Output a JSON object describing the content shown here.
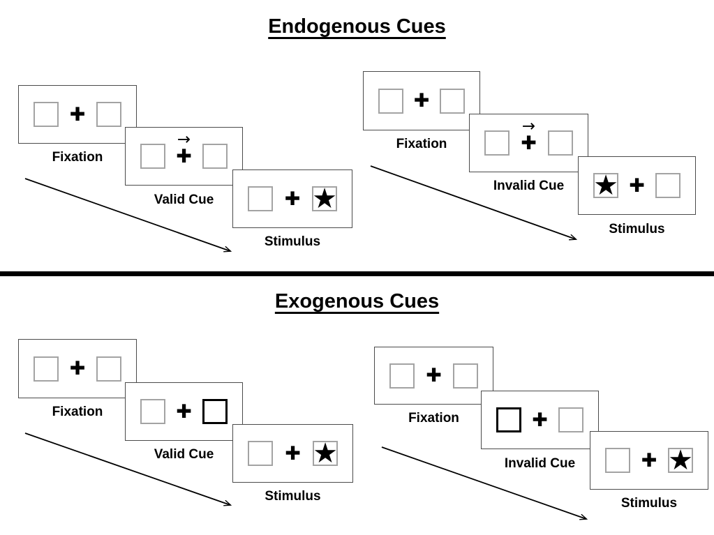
{
  "symbols": {
    "plus": "✚",
    "star": "★",
    "cue_arrow": "→"
  },
  "colors": {
    "background": "#ffffff",
    "ink": "#000000",
    "panel_border": "#4a4a4a",
    "box_border": "#a3a3a3",
    "highlight_border": "#000000"
  },
  "sections": [
    {
      "title": "Endogenous Cues",
      "groups": [
        {
          "name": "valid-trial",
          "panels": [
            {
              "label": "Fixation",
              "left_box": "empty",
              "right_box": "empty",
              "cue": "none"
            },
            {
              "label": "Valid Cue",
              "left_box": "empty",
              "right_box": "empty",
              "cue": "arrow-pointing-right-above-fixation-cross"
            },
            {
              "label": "Stimulus",
              "left_box": "empty",
              "right_box": "star",
              "cue": "none"
            }
          ]
        },
        {
          "name": "invalid-trial",
          "panels": [
            {
              "label": "Fixation",
              "left_box": "empty",
              "right_box": "empty",
              "cue": "none"
            },
            {
              "label": "Invalid Cue",
              "left_box": "empty",
              "right_box": "empty",
              "cue": "arrow-pointing-right-above-fixation-cross"
            },
            {
              "label": "Stimulus",
              "left_box": "star",
              "right_box": "empty",
              "cue": "none"
            }
          ]
        }
      ]
    },
    {
      "title": "Exogenous Cues",
      "groups": [
        {
          "name": "valid-trial",
          "panels": [
            {
              "label": "Fixation",
              "left_box": "empty",
              "right_box": "empty",
              "cue": "none"
            },
            {
              "label": "Valid Cue",
              "left_box": "empty",
              "right_box": "empty-bold-highlight",
              "cue": "right-box-highlighted"
            },
            {
              "label": "Stimulus",
              "left_box": "empty",
              "right_box": "star",
              "cue": "none"
            }
          ]
        },
        {
          "name": "invalid-trial",
          "panels": [
            {
              "label": "Fixation",
              "left_box": "empty",
              "right_box": "empty",
              "cue": "none"
            },
            {
              "label": "Invalid Cue",
              "left_box": "empty-bold-highlight",
              "right_box": "empty",
              "cue": "left-box-highlighted"
            },
            {
              "label": "Stimulus",
              "left_box": "empty",
              "right_box": "star",
              "cue": "none"
            }
          ]
        }
      ]
    }
  ]
}
